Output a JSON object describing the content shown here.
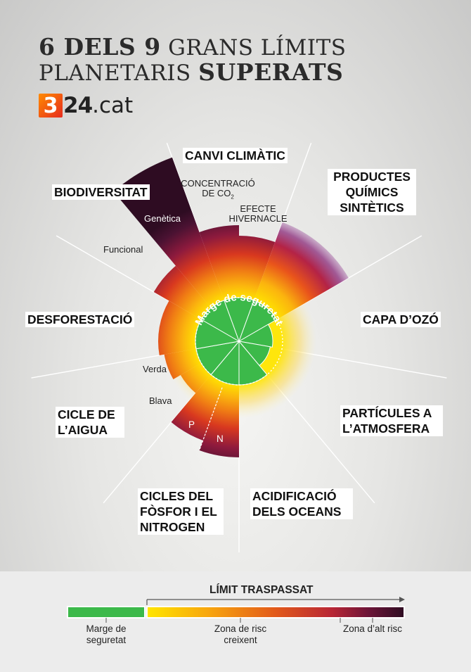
{
  "title": {
    "line1_bold": "6 DELS 9",
    "line1_rest": "GRANS LÍMITS",
    "line2_rest": "PLANETARIS",
    "line2_bold": "SUPERATS"
  },
  "logo": {
    "mark": "3",
    "text": "24",
    "suffix": ".cat"
  },
  "boundaries": {
    "climate": "CANVI CLIMÀTIC",
    "chemicals": "PRODUCTES QUÍMICS SINTÈTICS",
    "ozone": "CAPA D’OZÓ",
    "aerosols": "PARTÍCULES A L’ATMOSFERA",
    "ocean": "ACIDIFICACIÓ DELS OCEANS",
    "biogeo": "CICLES DEL FÒSFOR I EL NITROGEN",
    "water": "CICLE DE L’AIGUA",
    "land": "DESFORESTACIÓ",
    "biosphere": "BIODIVERSITAT"
  },
  "sublabels": {
    "co2_line1": "CONCENTRACIÓ",
    "co2_line2": "DE CO",
    "co2_sub": "2",
    "forcing_line1": "EFECTE",
    "forcing_line2": "HIVERNACLE",
    "genetic": "Genètica",
    "functional": "Funcional",
    "green": "Verda",
    "blue": "Blava",
    "p": "P",
    "n": "N"
  },
  "safe_zone": {
    "text": "Marge de seguretat"
  },
  "legend": {
    "header": "LÍMIT TRASPASSAT",
    "safe": "Marge de seguretat",
    "increasing": "Zona de risc creixent",
    "high": "Zona d’alt risc"
  },
  "colors": {
    "safe_green": "#3cb94a",
    "risk_start": "#ffd400",
    "risk_orange": "#f07d14",
    "risk_red": "#c5271f",
    "high_risk": "#4a1232"
  }
}
